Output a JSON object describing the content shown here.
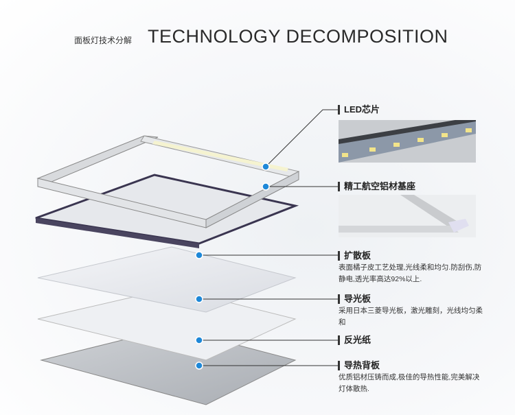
{
  "header": {
    "title_cn": "面板灯技术分解",
    "title_en": "TECHNOLOGY DECOMPOSITION"
  },
  "components": [
    {
      "name": "LED芯片",
      "desc": ""
    },
    {
      "name": "精工航空铝材基座",
      "desc": ""
    },
    {
      "name": "扩散板",
      "desc": "表面橘子皮工艺处理,光线柔和均匀.防刮伤,防静电,透光率高达92%以上."
    },
    {
      "name": "导光板",
      "desc": "采用日本三菱导光板，激光雕刻，光线均匀柔和"
    },
    {
      "name": "反光纸",
      "desc": ""
    },
    {
      "name": "导热背板",
      "desc": "优质铝材压铸而成,极佳的导热性能,完美解决灯体散热."
    }
  ],
  "colors": {
    "marker": "#1e88d8",
    "line": "#333333",
    "diffuser_edge": "#3a3550"
  }
}
